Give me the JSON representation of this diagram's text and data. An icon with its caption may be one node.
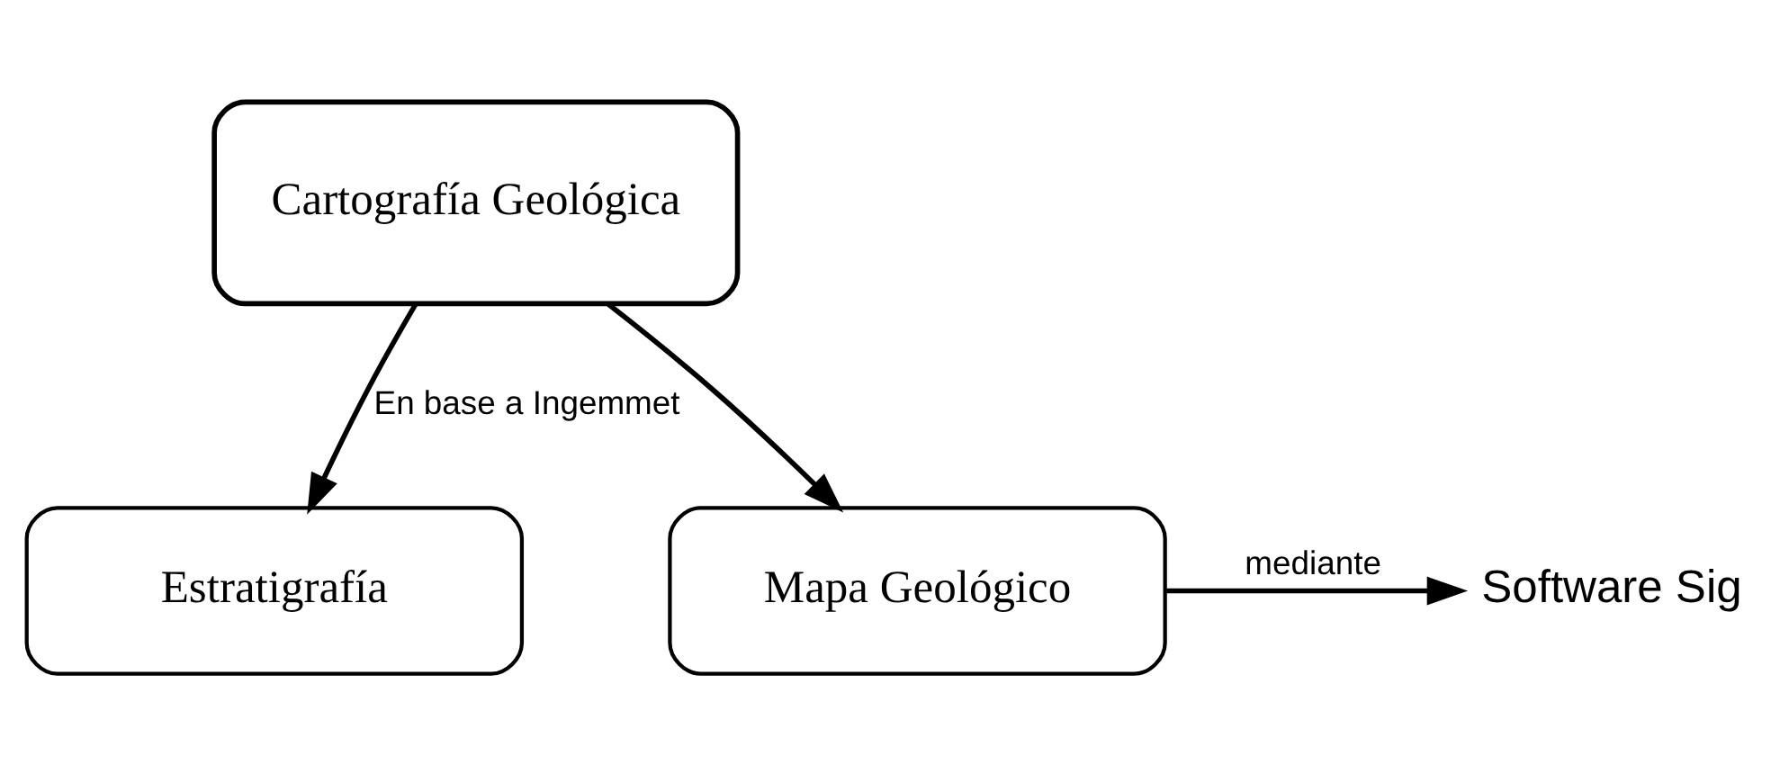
{
  "diagram": {
    "nodes": [
      {
        "text": [
          "Cartografía Geológica"
        ]
      },
      {
        "text": [
          "Estratigrafía"
        ]
      },
      {
        "text": [
          "Mapa Geológico"
        ]
      },
      {
        "text": [
          "Software Sig"
        ]
      }
    ],
    "edges": [
      {
        "from": 0,
        "to": 1,
        "arrow": "to",
        "label": "En base a Ingemmet"
      },
      {
        "from": 0,
        "to": 2,
        "arrow": "to"
      },
      {
        "from": 2,
        "to": 3,
        "arrow": "to",
        "label": "mediante"
      }
    ]
  }
}
